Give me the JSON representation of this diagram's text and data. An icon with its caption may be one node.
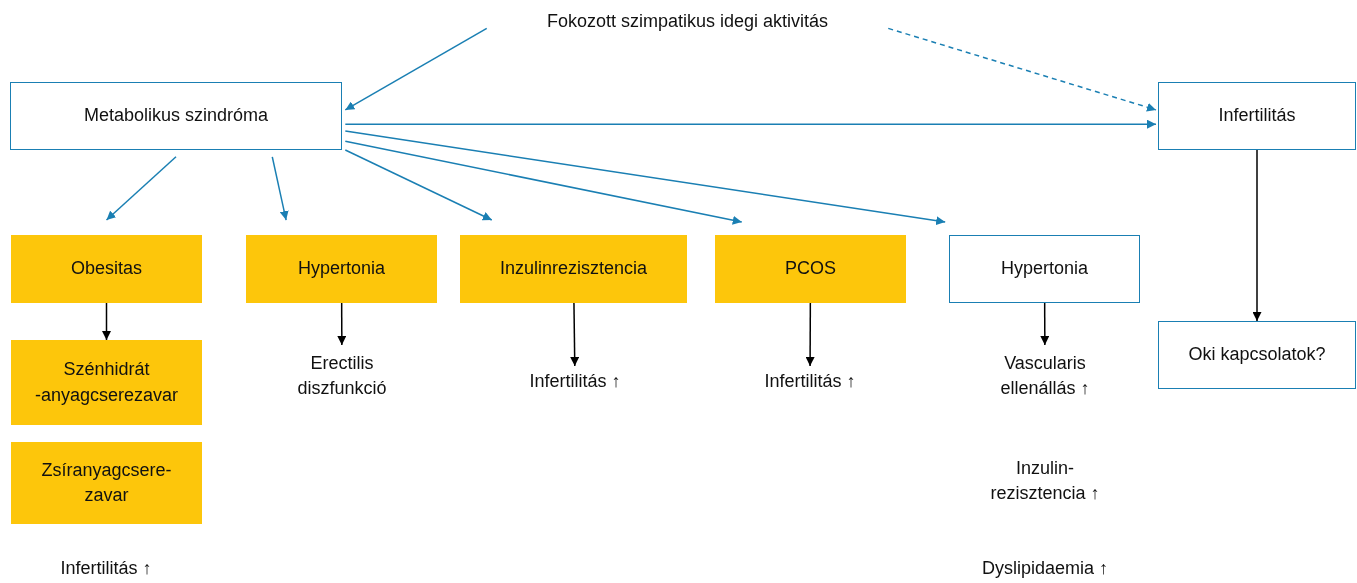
{
  "diagram": {
    "nodes": [
      {
        "text": [
          "Fokozott szimpatikus idegi aktivitás"
        ]
      },
      {
        "text": [
          "Metabolikus szindróma"
        ]
      },
      {
        "text": [
          "Infertilitás"
        ]
      },
      {
        "text": [
          "Obesitas"
        ]
      },
      {
        "text": [
          "Hypertonia"
        ]
      },
      {
        "text": [
          "Inzulinrezisztencia"
        ]
      },
      {
        "text": [
          "PCOS"
        ]
      },
      {
        "text": [
          "Hypertonia"
        ]
      },
      {
        "text": [
          "Szénhidrát -anyagcserezavar"
        ]
      },
      {
        "text": [
          "Zsíranyagcsere-zavar"
        ]
      },
      {
        "text": [
          "Erectilis diszfunkció"
        ]
      },
      {
        "text": [
          "Infertilitás ↑"
        ]
      },
      {
        "text": [
          "Infertilitás ↑"
        ]
      },
      {
        "text": [
          "Vascularis ellenállás ↑"
        ]
      },
      {
        "text": [
          "Oki kapcsolatok?"
        ]
      }
    ],
    "edges": [
      {
        "from": 0,
        "to": 1,
        "arrow": "to"
      },
      {
        "from": 0,
        "to": 2,
        "arrow": "to",
        "style": "dashed"
      },
      {
        "from": 1,
        "to": 2,
        "arrow": "to"
      },
      {
        "from": 1,
        "to": 3,
        "arrow": "to"
      },
      {
        "from": 1,
        "to": 4,
        "arrow": "to"
      },
      {
        "from": 1,
        "to": 5,
        "arrow": "to"
      },
      {
        "from": 1,
        "to": 6,
        "arrow": "to"
      },
      {
        "from": 1,
        "to": 7,
        "arrow": "to"
      },
      {
        "from": 3,
        "to": 8,
        "arrow": "to",
        "color": "#000000"
      },
      {
        "from": 4,
        "to": 10,
        "arrow": "to",
        "color": "#000000"
      },
      {
        "from": 5,
        "to": 11,
        "arrow": "to",
        "color": "#000000"
      },
      {
        "from": 6,
        "to": 12,
        "arrow": "to",
        "color": "#000000"
      },
      {
        "from": 7,
        "to": 13,
        "arrow": "to",
        "color": "#000000"
      },
      {
        "from": 2,
        "to": 14,
        "arrow": "to",
        "color": "#000000"
      }
    ],
    "labels": [
      "Infertilitás ↑",
      "Inzulin-rezisztencia ↑",
      "Dyslipidaemia ↑"
    ]
  }
}
